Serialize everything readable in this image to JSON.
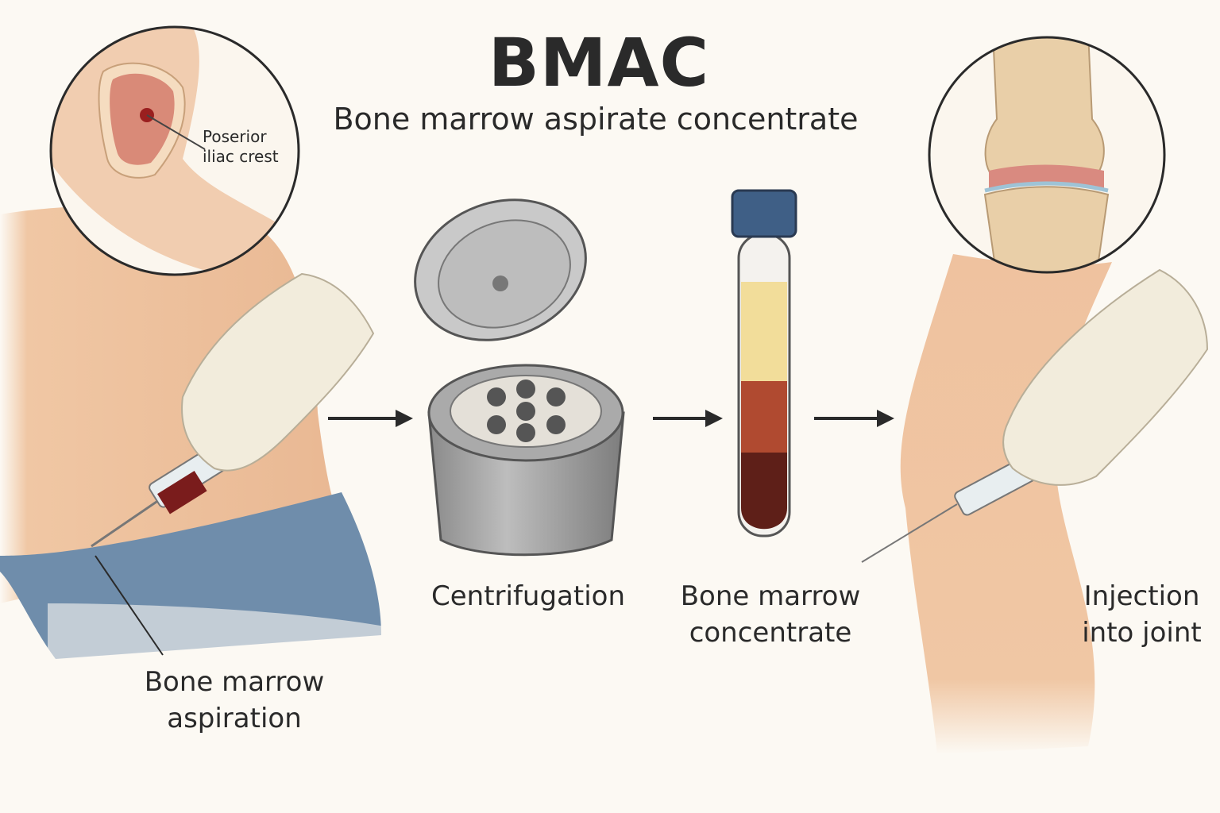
{
  "header": {
    "title": "BMAC",
    "subtitle": "Bone marrow aspirate concentrate"
  },
  "steps": [
    {
      "label_line1": "Bone marrow",
      "label_line2": "aspiration"
    },
    {
      "label": "Centrifugation"
    },
    {
      "label_line1": "Bone marrow",
      "label_line2": "concentrate"
    },
    {
      "label_line1": "Injection",
      "label_line2": "into joint"
    }
  ],
  "callout": {
    "line1": "Poserior",
    "line2": "iliac crest"
  },
  "colors": {
    "background": "#fcf9f3",
    "skin": "#f0c7a4",
    "pants": "#6f8dab",
    "plasma": "#f2dd9a",
    "buffy": "#b04a30",
    "rbc": "#5e1f18",
    "cap": "#3f5f86"
  }
}
